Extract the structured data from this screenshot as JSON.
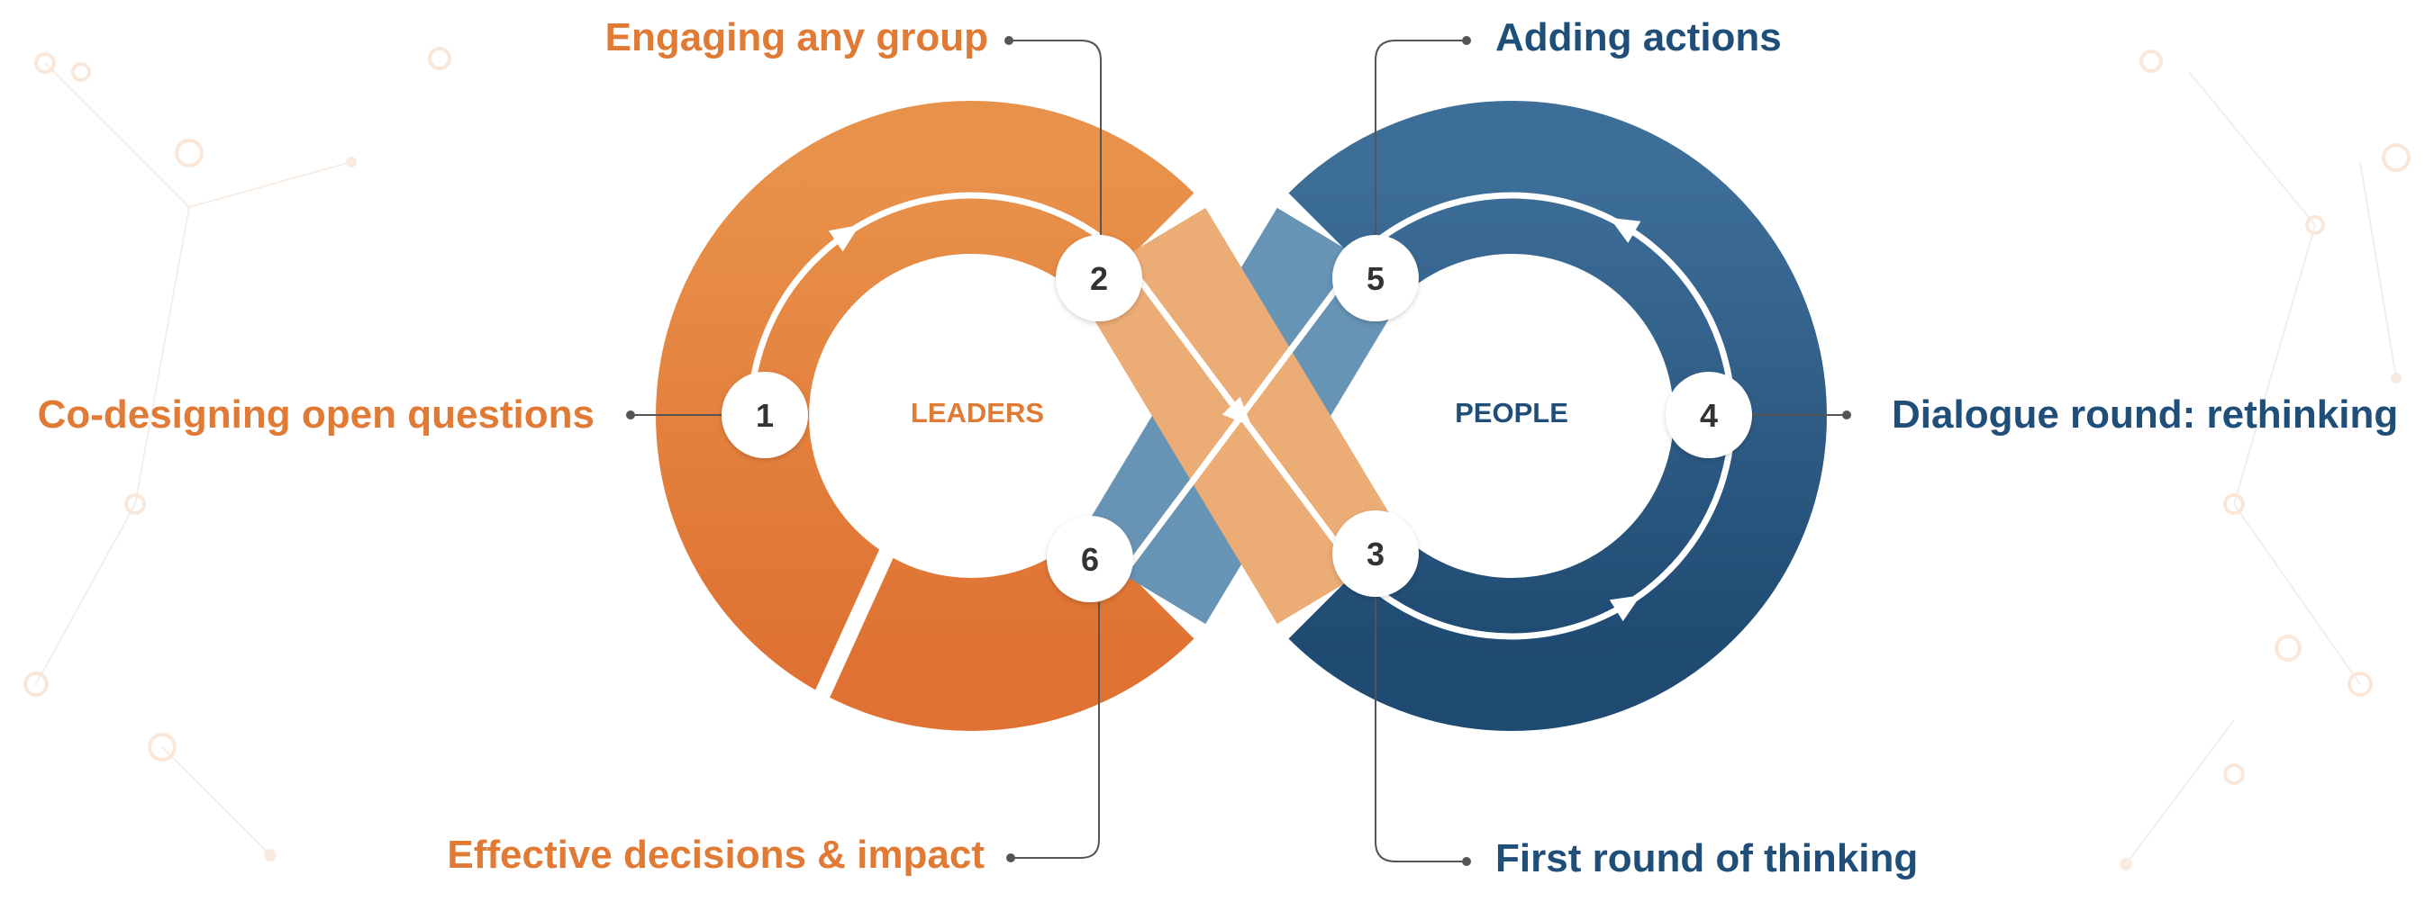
{
  "colors": {
    "leaders_ring_top": "#e8914a",
    "leaders_ring_bottom": "#df7232",
    "people_ring_top": "#3d6e98",
    "people_ring_bottom": "#1f4a72",
    "band_orange": "#ecac76",
    "band_blue": "#6793b5",
    "leaders_text": "#e07a34",
    "people_text": "#1f4e79",
    "node_fill": "#ffffff",
    "node_number": "#333333",
    "leader_line": "#555555"
  },
  "centers": {
    "leaders": "LEADERS",
    "people": "PEOPLE"
  },
  "steps": [
    {
      "number": "1",
      "label": "Co-designing open questions",
      "side": "leaders"
    },
    {
      "number": "2",
      "label": "Engaging any group",
      "side": "leaders"
    },
    {
      "number": "3",
      "label": "First round of thinking",
      "side": "people"
    },
    {
      "number": "4",
      "label": "Dialogue round: rethinking",
      "side": "people"
    },
    {
      "number": "5",
      "label": "Adding actions",
      "side": "people"
    },
    {
      "number": "6",
      "label": "Effective decisions & impact",
      "side": "leaders"
    }
  ]
}
